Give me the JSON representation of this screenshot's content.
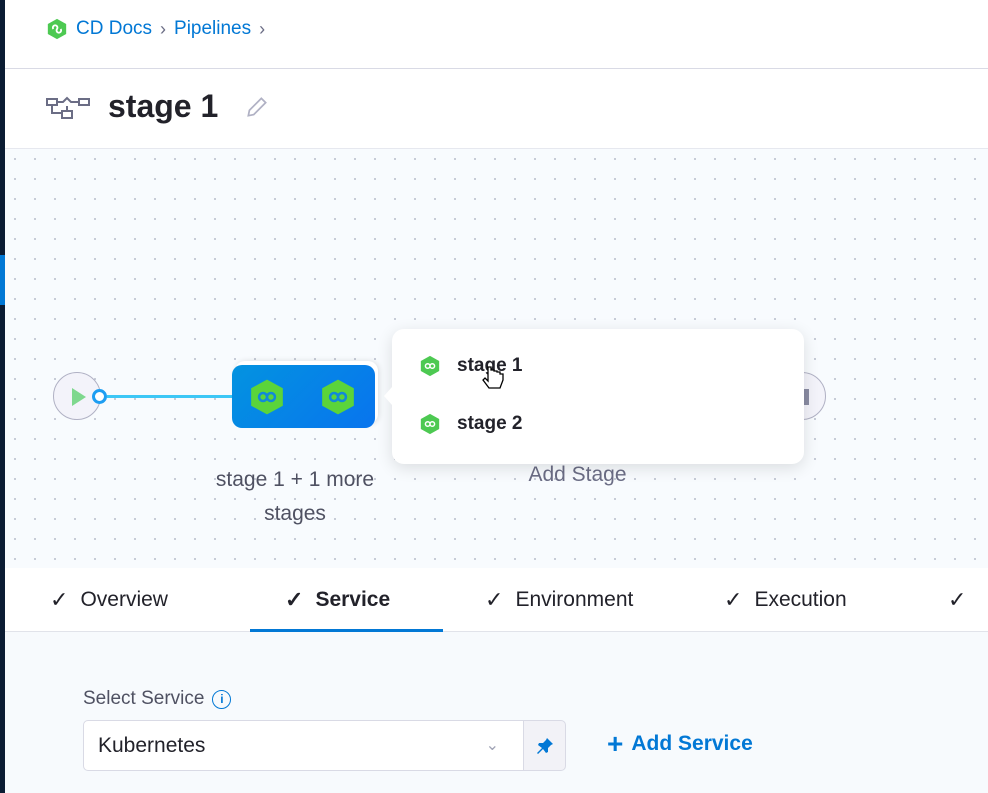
{
  "breadcrumb": {
    "items": [
      "CD Docs",
      "Pipelines"
    ]
  },
  "header": {
    "title": "stage 1"
  },
  "canvas": {
    "group_label": "stage 1 + 1 more stages",
    "add_stage": "Add Stage",
    "popover_items": [
      "stage 1",
      "stage 2"
    ]
  },
  "tabs": [
    {
      "label": "Overview",
      "completed": true
    },
    {
      "label": "Service",
      "completed": true,
      "active": true
    },
    {
      "label": "Environment",
      "completed": true
    },
    {
      "label": "Execution",
      "completed": true
    },
    {
      "label": "",
      "completed": true
    }
  ],
  "form": {
    "label": "Select Service",
    "value": "Kubernetes",
    "add_label": "Add Service"
  },
  "colors": {
    "accent": "#0278d5",
    "stage_green": "#4dc952",
    "sidebar": "#0b1c33"
  }
}
